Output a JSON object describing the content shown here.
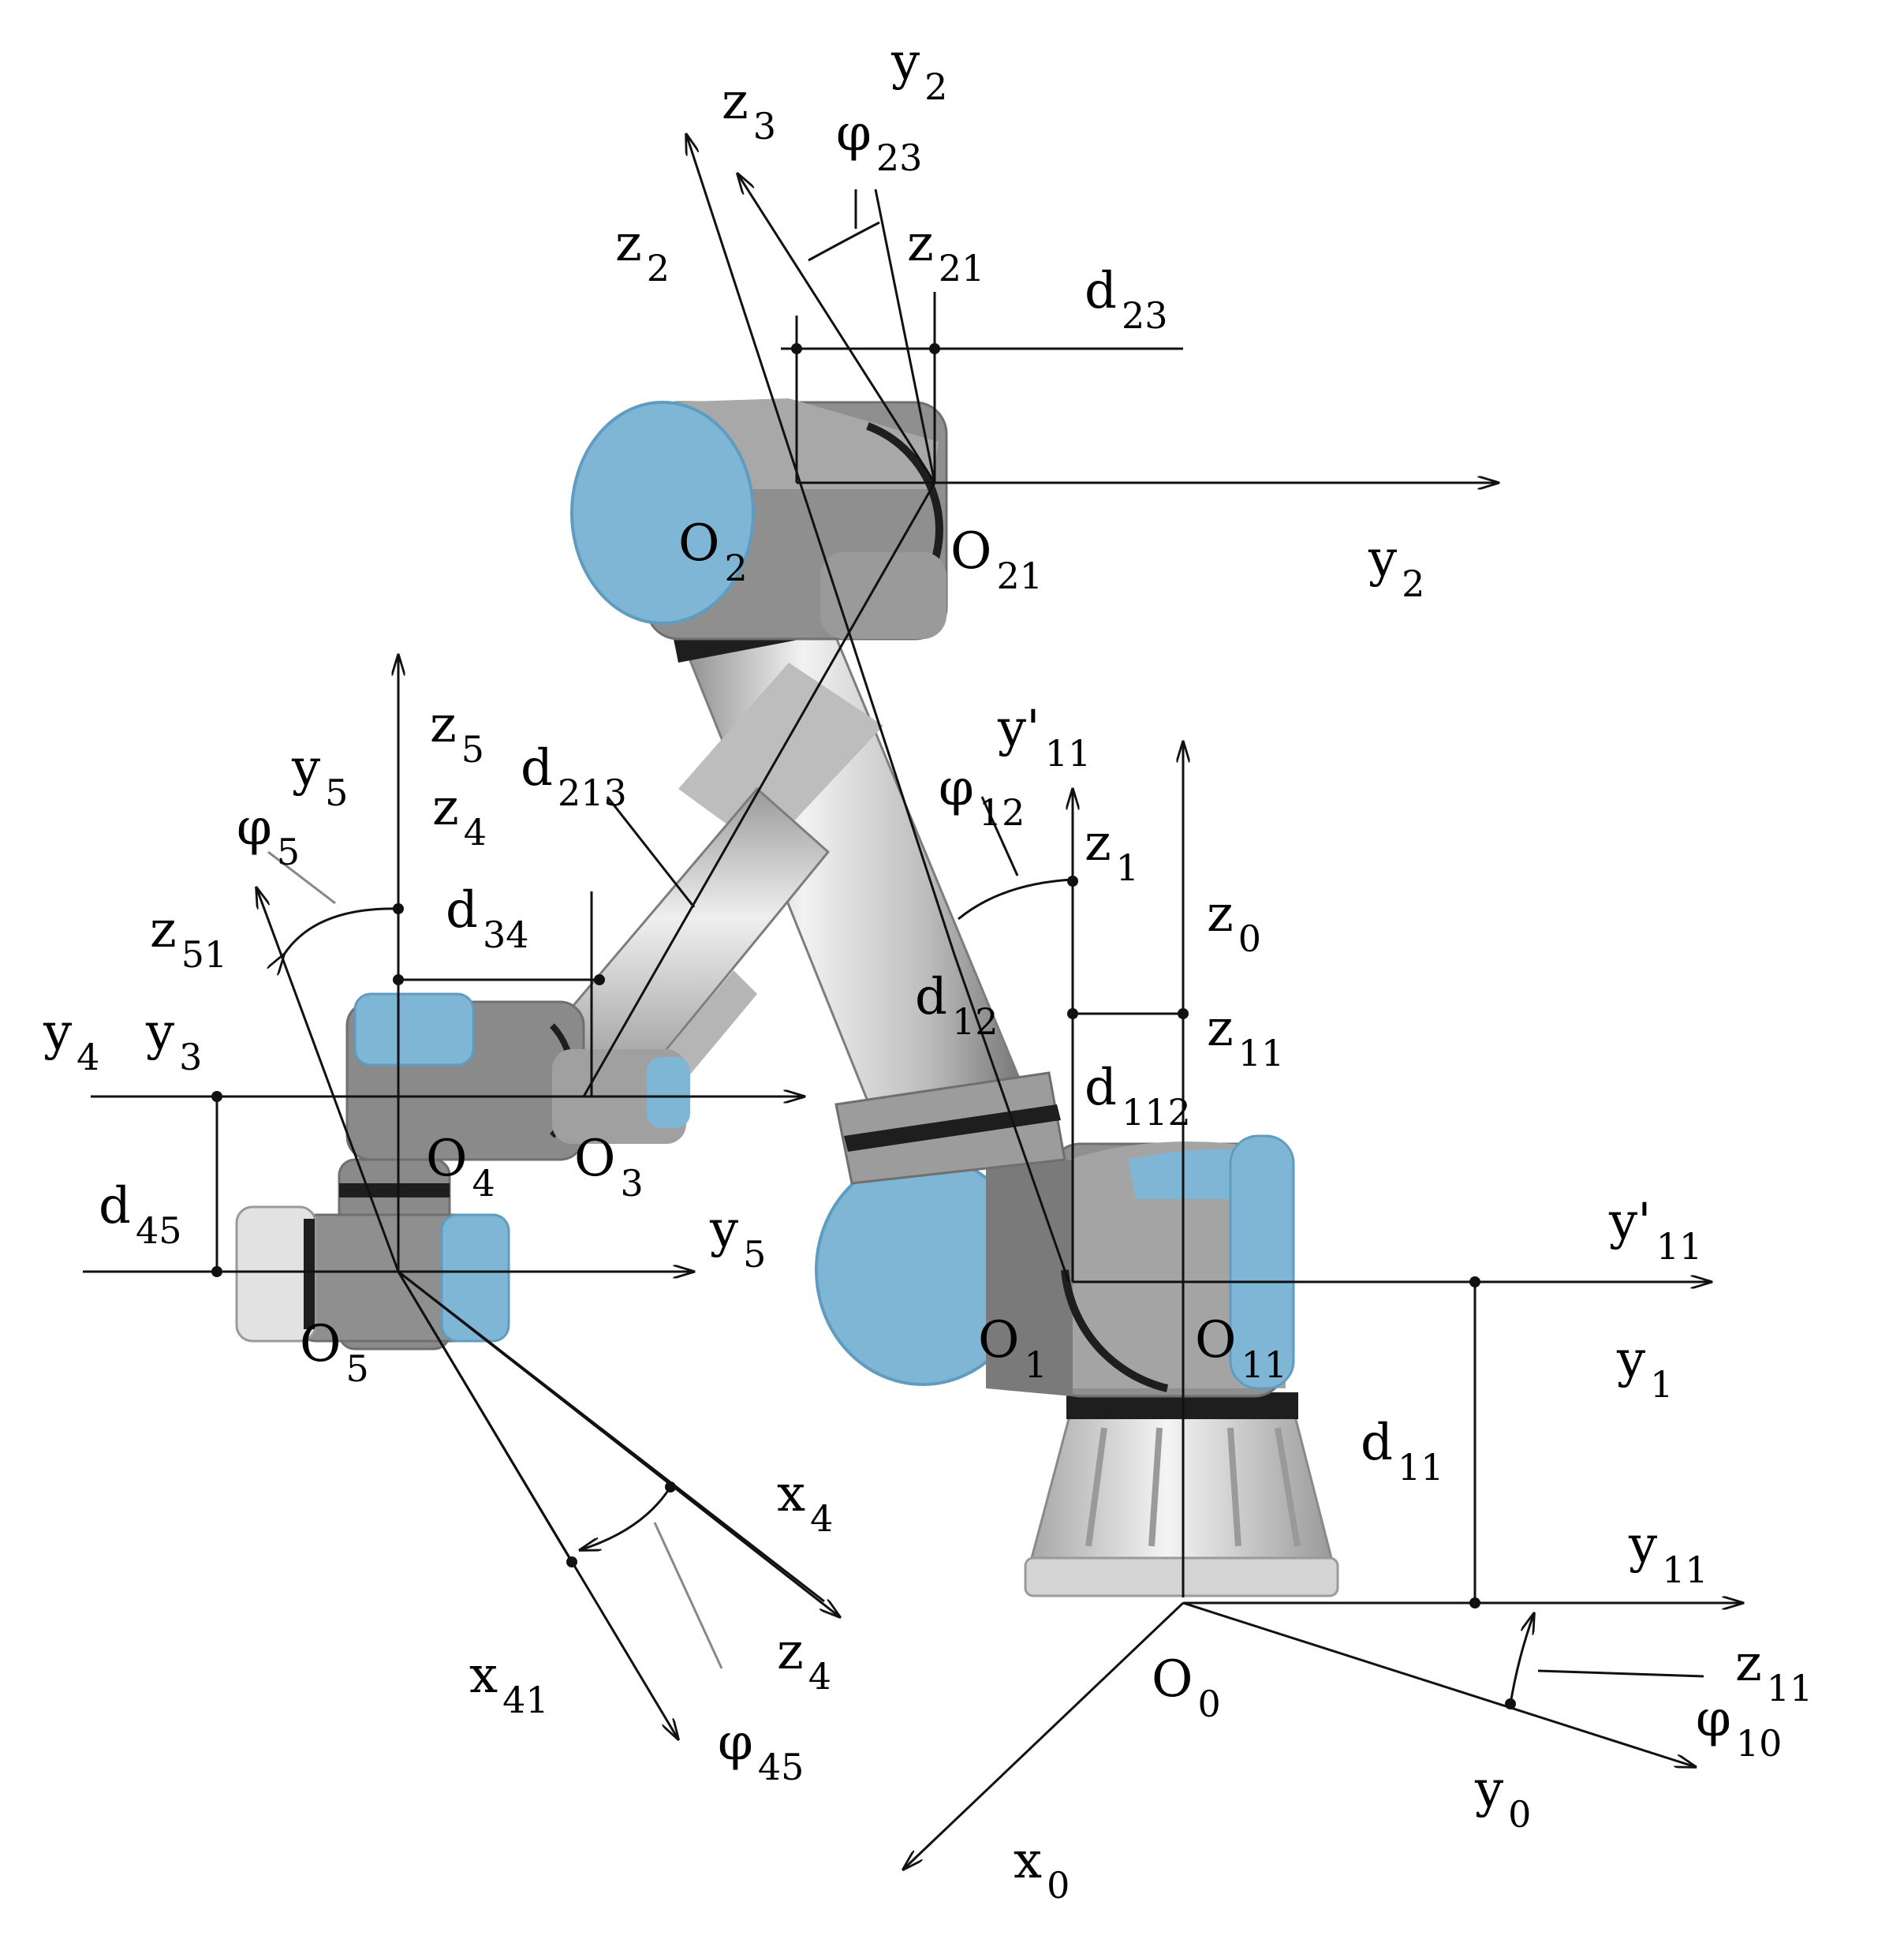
{
  "labels": [
    {
      "id": "y2-top",
      "base": "y",
      "sub": "2"
    },
    {
      "id": "z3",
      "base": "z",
      "sub": "3"
    },
    {
      "id": "phi23",
      "base": "φ",
      "sub": "23"
    },
    {
      "id": "z21",
      "base": "z",
      "sub": "21"
    },
    {
      "id": "z2",
      "base": "z",
      "sub": "2"
    },
    {
      "id": "d23",
      "base": "d",
      "sub": "23"
    },
    {
      "id": "O2",
      "base": "O",
      "sub": "2"
    },
    {
      "id": "O21",
      "base": "O",
      "sub": "21"
    },
    {
      "id": "y2-right",
      "base": "y",
      "sub": "2"
    },
    {
      "id": "y11p-top",
      "base": "y'",
      "sub": "11"
    },
    {
      "id": "phi12",
      "base": "φ",
      "sub": "12"
    },
    {
      "id": "z1",
      "base": "z",
      "sub": "1"
    },
    {
      "id": "z0",
      "base": "z",
      "sub": "0"
    },
    {
      "id": "y5-top",
      "base": "y",
      "sub": "5"
    },
    {
      "id": "z5",
      "base": "z",
      "sub": "5"
    },
    {
      "id": "d213",
      "base": "d",
      "sub": "213"
    },
    {
      "id": "phi5",
      "base": "φ",
      "sub": "5"
    },
    {
      "id": "z4-top",
      "base": "z",
      "sub": "4"
    },
    {
      "id": "z51",
      "base": "z",
      "sub": "51"
    },
    {
      "id": "d34",
      "base": "d",
      "sub": "34"
    },
    {
      "id": "d12",
      "base": "d",
      "sub": "12"
    },
    {
      "id": "z11-mid",
      "base": "z",
      "sub": "11"
    },
    {
      "id": "y4",
      "base": "y",
      "sub": "4"
    },
    {
      "id": "y3",
      "base": "y",
      "sub": "3"
    },
    {
      "id": "d112",
      "base": "d",
      "sub": "112"
    },
    {
      "id": "O4",
      "base": "O",
      "sub": "4"
    },
    {
      "id": "O3",
      "base": "O",
      "sub": "3"
    },
    {
      "id": "d45",
      "base": "d",
      "sub": "45"
    },
    {
      "id": "y5-mid",
      "base": "y",
      "sub": "5"
    },
    {
      "id": "y11p-right",
      "base": "y'",
      "sub": "11"
    },
    {
      "id": "O5",
      "base": "O",
      "sub": "5"
    },
    {
      "id": "O1",
      "base": "O",
      "sub": "1"
    },
    {
      "id": "O11",
      "base": "O",
      "sub": "11"
    },
    {
      "id": "y1",
      "base": "y",
      "sub": "1"
    },
    {
      "id": "d11",
      "base": "d",
      "sub": "11"
    },
    {
      "id": "x4",
      "base": "x",
      "sub": "4"
    },
    {
      "id": "y11",
      "base": "y",
      "sub": "11"
    },
    {
      "id": "x41",
      "base": "x",
      "sub": "41"
    },
    {
      "id": "z4-bottom",
      "base": "z",
      "sub": "4"
    },
    {
      "id": "phi45",
      "base": "φ",
      "sub": "45"
    },
    {
      "id": "O0",
      "base": "O",
      "sub": "0"
    },
    {
      "id": "z11-bottom",
      "base": "z",
      "sub": "11"
    },
    {
      "id": "phi10",
      "base": "φ",
      "sub": "10"
    },
    {
      "id": "y0",
      "base": "y",
      "sub": "0"
    },
    {
      "id": "x0",
      "base": "x",
      "sub": "0"
    }
  ],
  "colors": {
    "line": "#111111",
    "joint_cap": "#7fb6d6",
    "joint_cap_dark": "#5f9cc0",
    "metal_light": "#e6e6e6",
    "metal_mid": "#b9b9b9",
    "metal_dark": "#7d7d7d",
    "band": "#1e1e1e"
  }
}
